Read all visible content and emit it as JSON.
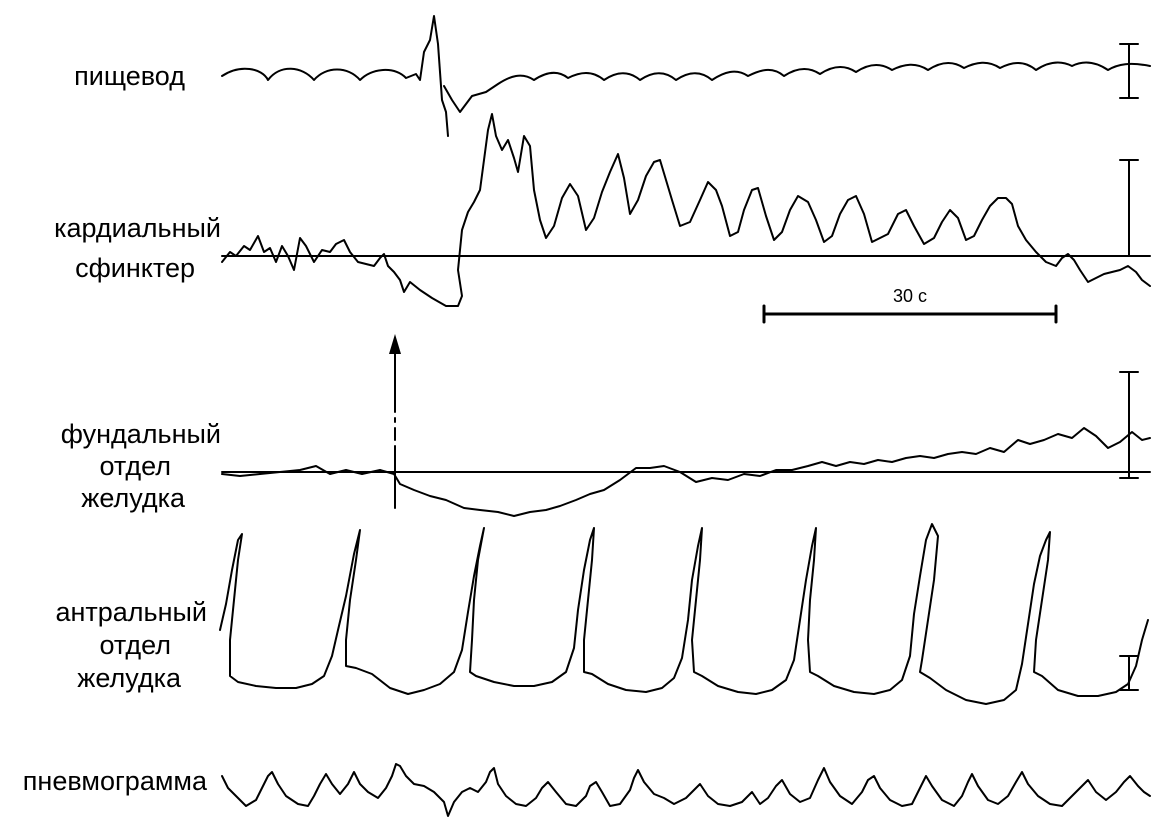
{
  "labels": {
    "esophagus": "пищевод",
    "cardia_1": "кардиальный",
    "cardia_2": "сфинктер",
    "fundus_1": "фундальный",
    "fundus_2": "отдел",
    "fundus_3": "желудка",
    "antrum_1": "антральный",
    "antrum_2": "отдел",
    "antrum_3": "желудка",
    "pneumo": "пневмограмма"
  },
  "timescale": {
    "label": "30 с",
    "seconds": 30
  },
  "colors": {
    "trace": "#000000",
    "background": "#ffffff"
  },
  "chart_data": {
    "type": "line",
    "title": "",
    "x_unit": "s",
    "series": [
      {
        "name": "пищевод",
        "baseline": false,
        "event": "swallow artefact at the stimulus mark"
      },
      {
        "name": "кардиальный сфинктер",
        "baseline": true,
        "event": "relaxation then rhythmic contractions"
      },
      {
        "name": "фундальный отдел желудка",
        "baseline": true,
        "event": "relaxation then slow rise"
      },
      {
        "name": "антральный отдел желудка",
        "baseline": false,
        "peaks": 8
      },
      {
        "name": "пневмограмма",
        "baseline": false,
        "peaks": 17
      }
    ],
    "stimulus_marker": "arrow",
    "scale_bars": 4
  }
}
